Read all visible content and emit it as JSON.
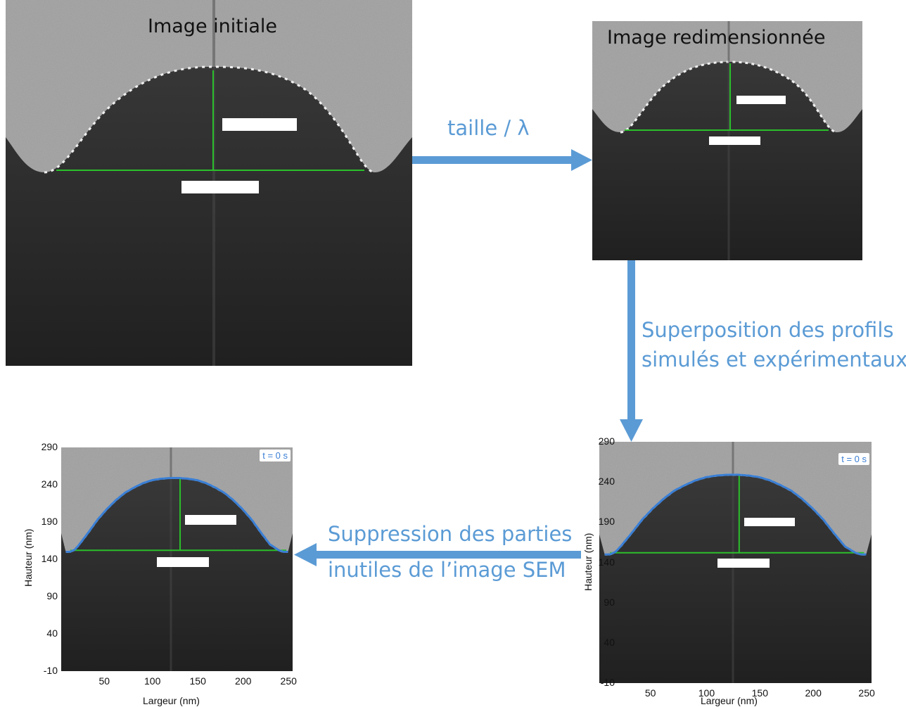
{
  "titles": {
    "initial": "Image initiale",
    "resized": "Image redimensionnée"
  },
  "flow": {
    "scale": "taille / λ",
    "overlay_line1": "Superposition des profils",
    "overlay_line2": "simulés et expérimentaux",
    "crop_line1": "Suppression des parties",
    "crop_line2": "inutiles de l’image SEM"
  },
  "colors": {
    "arrow": "#5b9bd5",
    "guide_lines": "#2bbf2b",
    "profile": "#3a7fd5",
    "sem_background": "#2a2a2a"
  },
  "chart_data": [
    {
      "type": "line",
      "panel": "cropped",
      "badge": "t = 0 s",
      "xlabel": "Largeur (nm)",
      "ylabel": "Hauteur (nm)",
      "xlim": [
        0,
        255
      ],
      "ylim": [
        -10,
        290
      ],
      "xticks": [
        "50",
        "100",
        "150",
        "200",
        "250"
      ],
      "yticks": [
        "290",
        "240",
        "190",
        "140",
        "90",
        "40",
        "-10"
      ],
      "series": [
        {
          "x": [
            5,
            10,
            15,
            20,
            30,
            40,
            50,
            60,
            70,
            80,
            90,
            100,
            110,
            120,
            130,
            140,
            150,
            160,
            170,
            180,
            190,
            200,
            210,
            220,
            230,
            240,
            245,
            250
          ],
          "y": [
            150,
            150,
            153,
            160,
            176,
            193,
            207,
            219,
            229,
            236,
            242,
            246,
            248,
            249,
            249,
            248,
            246,
            242,
            236,
            229,
            219,
            207,
            193,
            176,
            160,
            152,
            150,
            150
          ]
        }
      ]
    },
    {
      "type": "line",
      "panel": "overlay",
      "badge": "t = 0 s",
      "xlabel": "Largeur (nm)",
      "ylabel": "Hauteur (nm)",
      "xlim": [
        0,
        255
      ],
      "ylim": [
        -10,
        290
      ],
      "xticks": [
        "50",
        "100",
        "150",
        "200",
        "250"
      ],
      "yticks": [
        "290",
        "240",
        "190",
        "140",
        "90",
        "40",
        "-10"
      ],
      "series": [
        {
          "x": [
            5,
            10,
            15,
            20,
            30,
            40,
            50,
            60,
            70,
            80,
            90,
            100,
            110,
            120,
            130,
            140,
            150,
            160,
            170,
            180,
            190,
            200,
            210,
            220,
            230,
            240,
            245,
            250
          ],
          "y": [
            150,
            150,
            153,
            160,
            176,
            193,
            207,
            219,
            229,
            236,
            242,
            246,
            248,
            249,
            249,
            248,
            246,
            242,
            236,
            229,
            219,
            207,
            193,
            176,
            160,
            152,
            150,
            150
          ]
        }
      ]
    }
  ]
}
